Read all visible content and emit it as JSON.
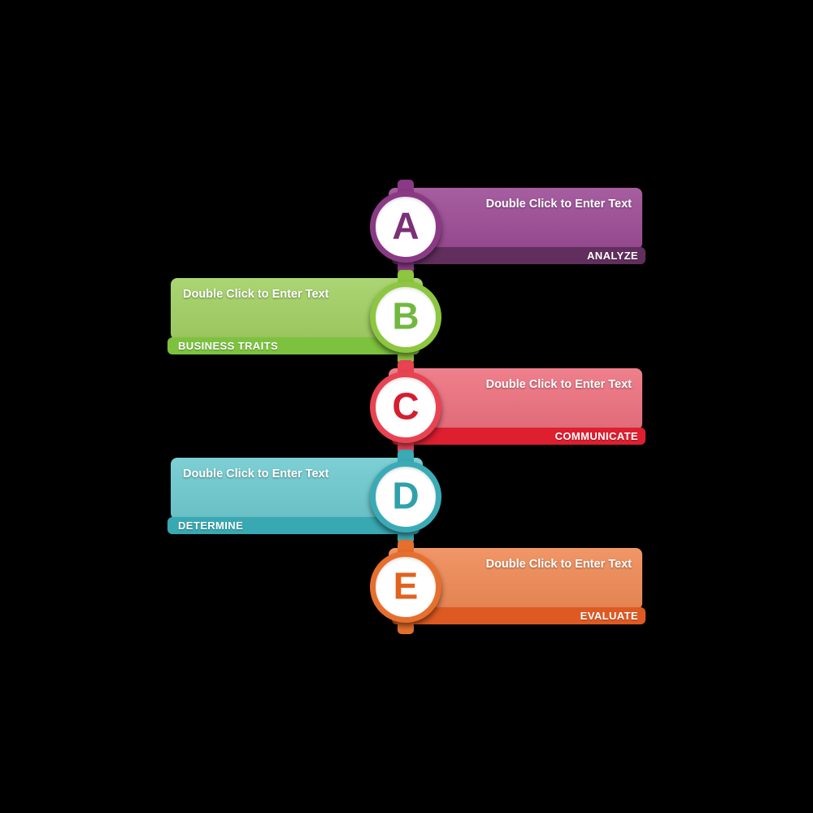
{
  "canvas": {
    "background": "#000000"
  },
  "items": [
    {
      "letter": "A",
      "side": "right",
      "text": "Double Click to Enter Text",
      "label": "ANALYZE",
      "colors": {
        "banner": "#9c4c95",
        "strip": "#612e5d",
        "ring": "#8a3a85",
        "letter": "#7b3077"
      }
    },
    {
      "letter": "B",
      "side": "left",
      "text": "Double Click to Enter Text",
      "label": "BUSINESS TRAITS",
      "colors": {
        "banner": "#a2d063",
        "strip": "#7dc23f",
        "ring": "#8dc63f",
        "letter": "#72b840"
      }
    },
    {
      "letter": "C",
      "side": "right",
      "text": "Double Click to Enter Text",
      "label": "COMMUNICATE",
      "colors": {
        "banner": "#ed717f",
        "strip": "#de1f30",
        "ring": "#e84353",
        "letter": "#d41f30"
      }
    },
    {
      "letter": "D",
      "side": "left",
      "text": "Double Click to Enter Text",
      "label": "DETERMINE",
      "colors": {
        "banner": "#6ecacf",
        "strip": "#38a9b3",
        "ring": "#3aabb6",
        "letter": "#31a0ac"
      }
    },
    {
      "letter": "E",
      "side": "right",
      "text": "Double Click to Enter Text",
      "label": "EVALUATE",
      "colors": {
        "banner": "#ef8a56",
        "strip": "#de5a22",
        "ring": "#e66f2d",
        "letter": "#e0631f"
      }
    }
  ]
}
